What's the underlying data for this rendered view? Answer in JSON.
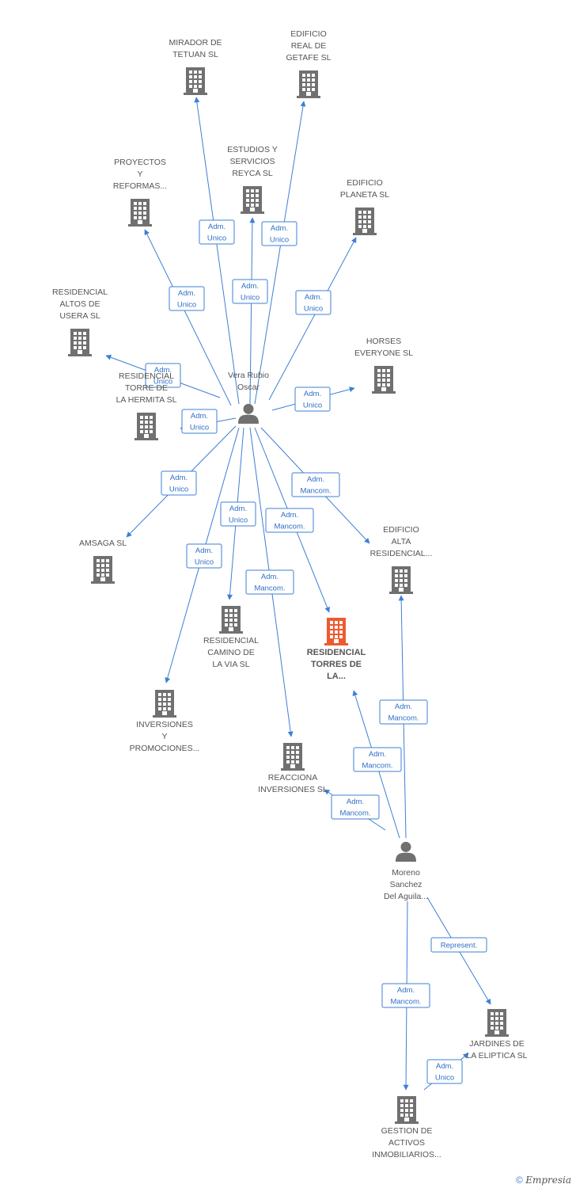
{
  "colors": {
    "edge": "#3d7fd6",
    "node": "#707070",
    "highlight": "#ee5a2f"
  },
  "nodes": [
    {
      "id": "n1",
      "type": "company",
      "label": [
        "MIRADOR DE",
        "TETUAN SL"
      ],
      "icon": "building-icon"
    },
    {
      "id": "n2",
      "type": "company",
      "label": [
        "EDIFICIO",
        "REAL DE",
        "GETAFE SL"
      ],
      "icon": "building-icon"
    },
    {
      "id": "n3",
      "type": "company",
      "label": [
        "ESTUDIOS Y",
        "SERVICIOS",
        "REYCA SL"
      ],
      "icon": "building-icon"
    },
    {
      "id": "n4",
      "type": "company",
      "label": [
        "PROYECTOS",
        "Y",
        "REFORMAS..."
      ],
      "icon": "building-icon"
    },
    {
      "id": "n5",
      "type": "company",
      "label": [
        "EDIFICIO",
        "PLANETA SL"
      ],
      "icon": "building-icon"
    },
    {
      "id": "n6",
      "type": "company",
      "label": [
        "RESIDENCIAL",
        "ALTOS DE",
        "USERA SL"
      ],
      "icon": "building-icon"
    },
    {
      "id": "n7",
      "type": "company",
      "label": [
        "HORSES",
        "EVERYONE SL"
      ],
      "icon": "building-icon"
    },
    {
      "id": "n8",
      "type": "company",
      "label": [
        "RESIDENCIAL",
        "TORRE DE",
        "LA HERMITA SL"
      ],
      "icon": "building-icon"
    },
    {
      "id": "p1",
      "type": "person",
      "label": [
        "Vera Rubio",
        "Oscar"
      ],
      "icon": "person-icon"
    },
    {
      "id": "n9",
      "type": "company",
      "label": [
        "AMSAGA SL"
      ],
      "icon": "building-icon"
    },
    {
      "id": "n10",
      "type": "company",
      "label": [
        "EDIFICIO",
        "ALTA",
        "RESIDENCIAL..."
      ],
      "icon": "building-icon"
    },
    {
      "id": "n11",
      "type": "company",
      "label": [
        "RESIDENCIAL",
        "CAMINO DE",
        "LA VIA SL"
      ],
      "icon": "building-icon"
    },
    {
      "id": "n12",
      "type": "company",
      "highlight": true,
      "label": [
        "RESIDENCIAL",
        "TORRES DE",
        "LA..."
      ],
      "icon": "building-icon"
    },
    {
      "id": "n13",
      "type": "company",
      "label": [
        "INVERSIONES",
        "Y",
        "PROMOCIONES..."
      ],
      "icon": "building-icon"
    },
    {
      "id": "n14",
      "type": "company",
      "label": [
        "REACCIONA",
        "INVERSIONES SL"
      ],
      "icon": "building-icon"
    },
    {
      "id": "p2",
      "type": "person",
      "label": [
        "Moreno",
        "Sanchez",
        "Del Aguila..."
      ],
      "icon": "person-icon"
    },
    {
      "id": "n15",
      "type": "company",
      "label": [
        "JARDINES DE",
        "LA ELIPTICA SL"
      ],
      "icon": "building-icon"
    },
    {
      "id": "n16",
      "type": "company",
      "label": [
        "GESTION DE",
        "ACTIVOS",
        "INMOBILIARIOS..."
      ],
      "icon": "building-icon"
    }
  ],
  "edges": [
    {
      "from": "p1",
      "to": "n1",
      "label": [
        "Adm.",
        "Unico"
      ]
    },
    {
      "from": "p1",
      "to": "n2",
      "label": [
        "Adm.",
        "Unico"
      ]
    },
    {
      "from": "p1",
      "to": "n3",
      "label": [
        "Adm.",
        "Unico"
      ]
    },
    {
      "from": "p1",
      "to": "n4",
      "label": [
        "Adm.",
        "Unico"
      ]
    },
    {
      "from": "p1",
      "to": "n5",
      "label": [
        "Adm.",
        "Unico"
      ]
    },
    {
      "from": "p1",
      "to": "n6",
      "label": [
        "Adm.",
        "Unico"
      ]
    },
    {
      "from": "p1",
      "to": "n7",
      "label": [
        "Adm.",
        "Unico"
      ]
    },
    {
      "from": "p1",
      "to": "n8",
      "label": [
        "Adm.",
        "Unico"
      ]
    },
    {
      "from": "p1",
      "to": "n9",
      "label": [
        "Adm.",
        "Unico"
      ]
    },
    {
      "from": "p1",
      "to": "n11",
      "label": [
        "Adm.",
        "Unico"
      ]
    },
    {
      "from": "p1",
      "to": "n13",
      "label": [
        "Adm.",
        "Unico"
      ]
    },
    {
      "from": "p1",
      "to": "n10",
      "label": [
        "Adm.",
        "Mancom."
      ]
    },
    {
      "from": "p1",
      "to": "n12",
      "label": [
        "Adm.",
        "Mancom."
      ]
    },
    {
      "from": "p1",
      "to": "n14",
      "label": [
        "Adm.",
        "Mancom."
      ]
    },
    {
      "from": "p2",
      "to": "n10",
      "label": [
        "Adm.",
        "Mancom."
      ]
    },
    {
      "from": "p2",
      "to": "n12",
      "label": [
        "Adm.",
        "Mancom."
      ]
    },
    {
      "from": "p2",
      "to": "n14",
      "label": [
        "Adm.",
        "Mancom."
      ]
    },
    {
      "from": "p2",
      "to": "n15",
      "label": [
        "Represent."
      ]
    },
    {
      "from": "p2",
      "to": "n16",
      "label": [
        "Adm.",
        "Mancom."
      ]
    },
    {
      "from": "n16",
      "to": "n15",
      "label": [
        "Adm.",
        "Unico"
      ]
    }
  ],
  "footer": {
    "copyright": "©",
    "brand": "Empresia"
  }
}
